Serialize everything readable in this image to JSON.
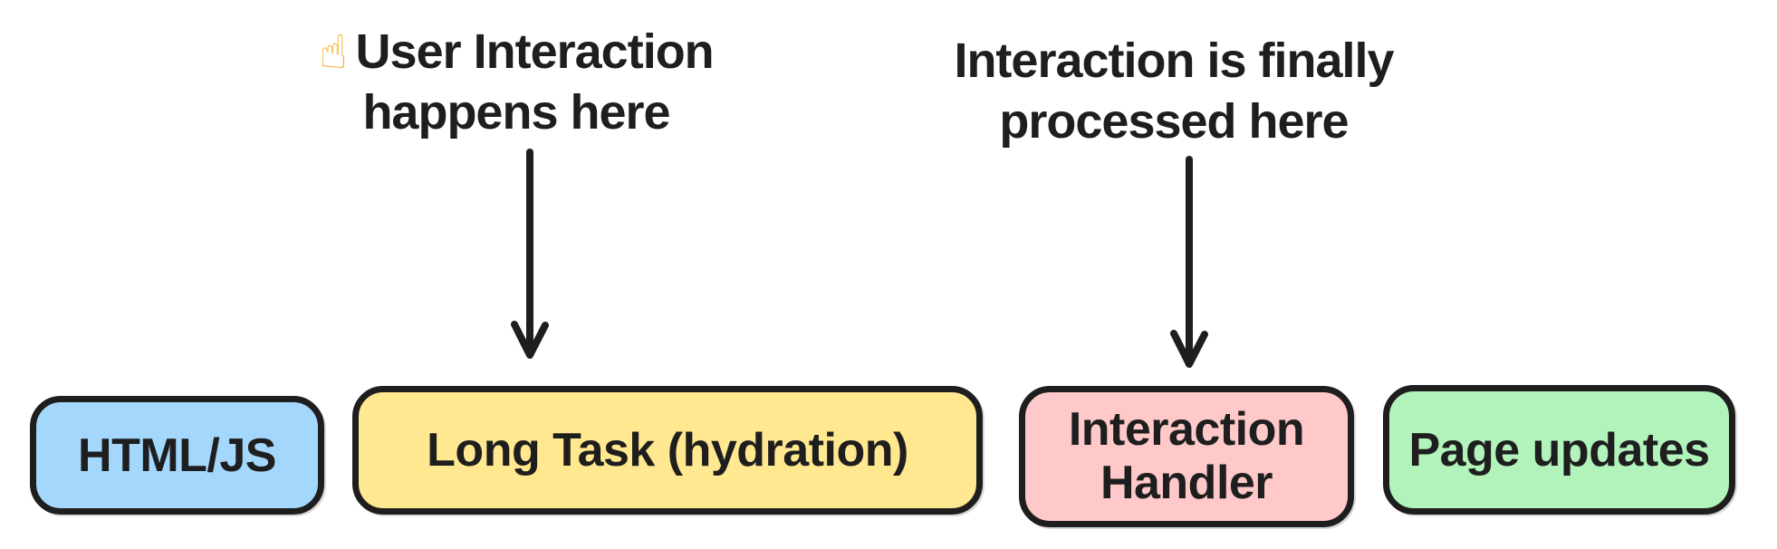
{
  "colors": {
    "stroke": "#1e1e1e",
    "background": "#ffffff",
    "box_blue": "#a3d7fb",
    "box_yellow": "#ffe88f",
    "box_pink": "#ffc9c9",
    "box_green": "#b2f2bb",
    "pointer_icon": "#f2b02c"
  },
  "annotations": {
    "user_interaction": {
      "icon": "☝",
      "line1": "User Interaction",
      "line2": "happens here"
    },
    "processed": {
      "line1": "Interaction is finally",
      "line2": "processed here"
    }
  },
  "boxes": {
    "html_js": {
      "label": "HTML/JS",
      "fill": "#a3d7fb"
    },
    "long_task": {
      "label": "Long Task (hydration)",
      "fill": "#ffe88f"
    },
    "interaction_handler": {
      "label_line1": "Interaction",
      "label_line2": "Handler",
      "fill": "#ffc9c9"
    },
    "page_updates": {
      "label": "Page updates",
      "fill": "#b2f2bb"
    }
  }
}
